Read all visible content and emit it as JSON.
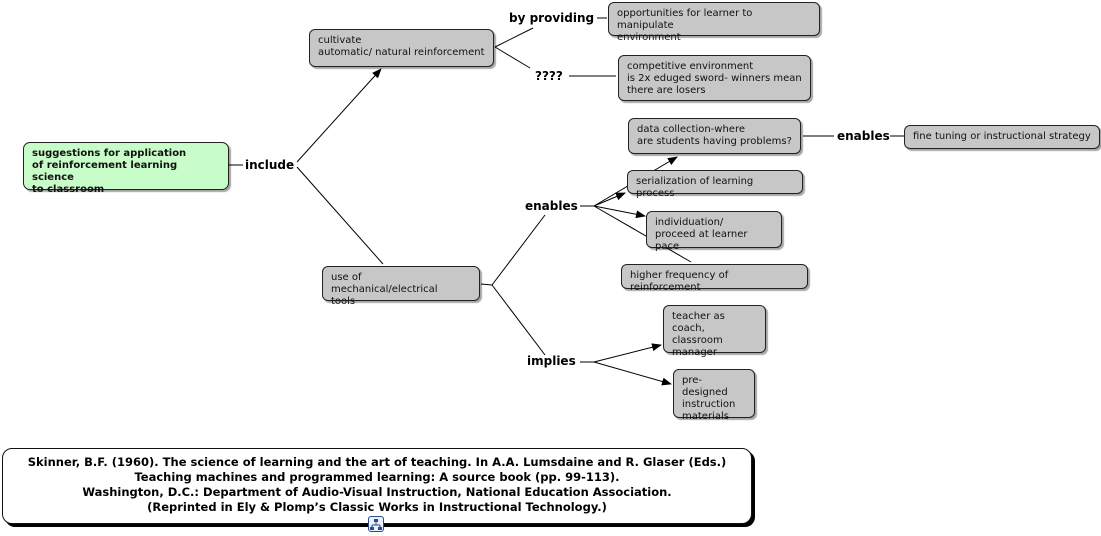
{
  "concepts": {
    "root": "suggestions for application\nof reinforcement learning science\nto classroom",
    "cultivate": "cultivate\nautomatic/ natural reinforcement",
    "opportunities": "opportunities for learner to manipulate\nenvironment",
    "competitive": "competitive environment\nis 2x eduged sword- winners mean\nthere are losers",
    "tools": "use of mechanical/electrical\ntools",
    "data_collection": "data collection-where\nare students having problems?",
    "fine_tuning": "fine tuning or instructional strategy",
    "serialization": "serialization of learning process",
    "individuation": "individuation/\nproceed at learner pace",
    "higher_frequency": "higher frequency of reinforcement",
    "teacher_coach": "teacher as\ncoach, classroom\nmanager",
    "predesigned": "pre-designed\ninstruction\nmaterials"
  },
  "linking_phrases": {
    "include": "include",
    "by_providing": "by providing",
    "question": "????",
    "enables_top": "enables",
    "enables_mid": "enables",
    "implies": "implies"
  },
  "citation": {
    "line1": "Skinner, B.F. (1960). The science of learning and the art of teaching. In A.A. Lumsdaine and R. Glaser (Eds.)",
    "line2": "Teaching machines and programmed learning: A source book (pp. 99-113).",
    "line3": "Washington, D.C.: Department of Audio-Visual Instruction, National Education Association.",
    "line4": "(Reprinted in Ely & Plomp’s Classic Works in Instructional Technology.)"
  },
  "icons": {
    "footer": "concept-map-icon"
  },
  "colors": {
    "root_fill": "#c8fcc8",
    "concept_fill": "#c7c7c7",
    "line": "#000000"
  }
}
